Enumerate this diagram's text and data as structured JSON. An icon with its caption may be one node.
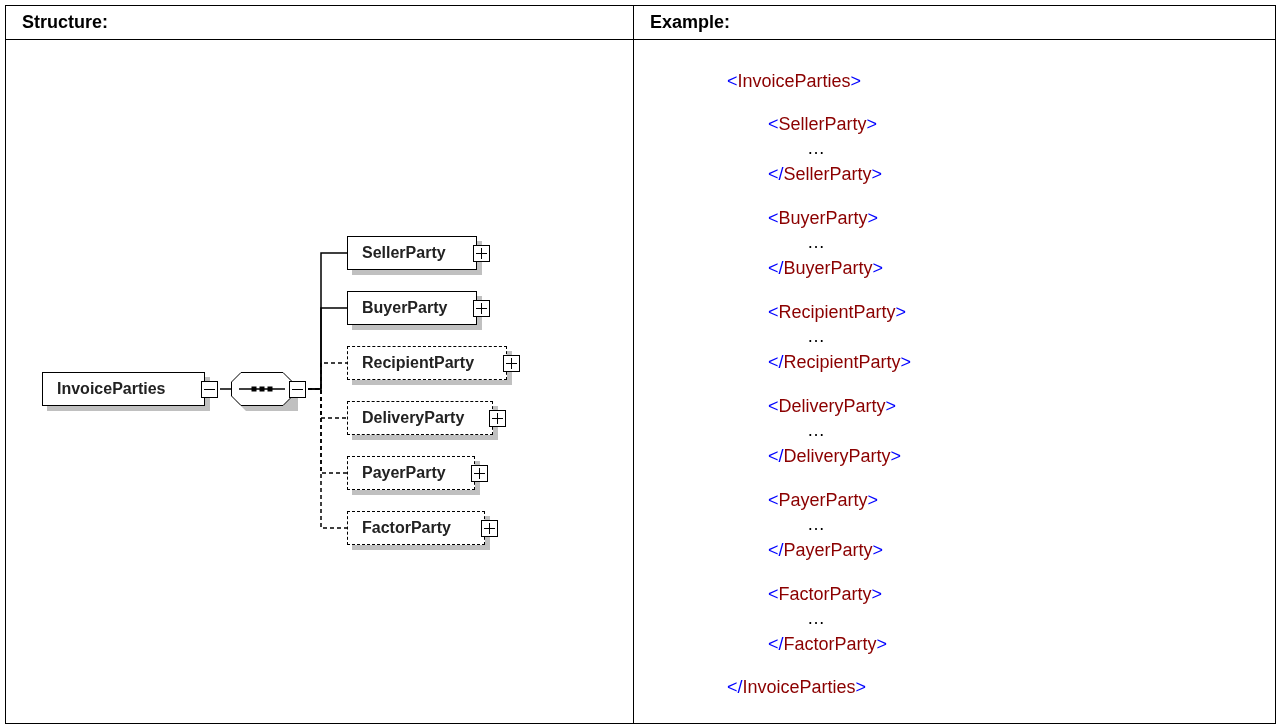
{
  "diagram": {
    "nodes": [
      {
        "text": [
          "InvoiceParties"
        ]
      },
      {
        "text": [],
        "shape": "octagon"
      },
      {
        "text": [
          "SellerParty"
        ]
      },
      {
        "text": [
          "BuyerParty"
        ]
      },
      {
        "text": [
          "RecipientParty"
        ]
      },
      {
        "text": [
          "DeliveryParty"
        ]
      },
      {
        "text": [
          "PayerParty"
        ]
      },
      {
        "text": [
          "FactorParty"
        ]
      }
    ],
    "edges": [
      {
        "from": 0,
        "to": 1,
        "arrow": "other"
      },
      {
        "from": 1,
        "to": 2,
        "arrow": "other"
      },
      {
        "from": 1,
        "to": 3,
        "arrow": "other"
      },
      {
        "from": 1,
        "to": 4,
        "arrow": "other",
        "style": "dashed"
      },
      {
        "from": 1,
        "to": 5,
        "arrow": "other",
        "style": "dashed"
      },
      {
        "from": 1,
        "to": 6,
        "arrow": "other",
        "style": "dashed"
      },
      {
        "from": 1,
        "to": 7,
        "arrow": "other",
        "style": "dashed"
      }
    ],
    "labels": [
      "Structure:",
      "Example:",
      "<InvoiceParties>",
      "<SellerParty>",
      "…",
      "</SellerParty>",
      "<BuyerParty>",
      "…",
      "</BuyerParty>",
      "<RecipientParty>",
      "…",
      "</RecipientParty>",
      "<DeliveryParty>",
      "…",
      "</DeliveryParty>",
      "<PayerParty>",
      "…",
      "</PayerParty>",
      "<FactorParty>",
      "…",
      "</FactorParty>",
      "</InvoiceParties>"
    ]
  }
}
